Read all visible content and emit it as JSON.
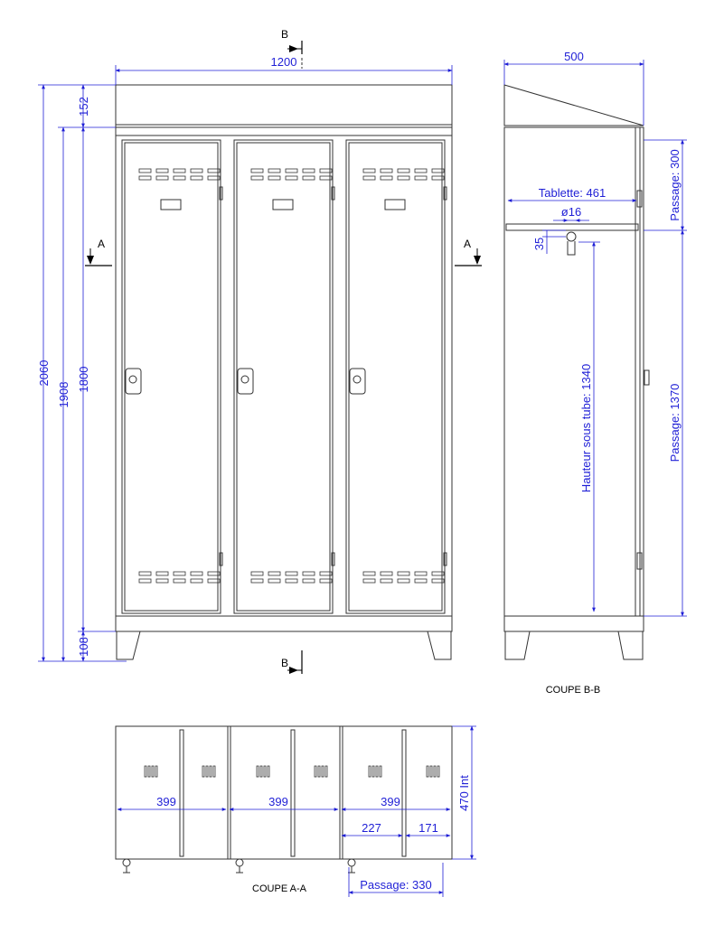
{
  "front_view": {
    "width": "1200",
    "height_total": "2060",
    "height_body": "1908",
    "height_door": "1800",
    "top_height": "152",
    "foot_height": "108",
    "section_a": "A",
    "section_b": "B"
  },
  "side_view": {
    "title": "COUPE B-B",
    "depth": "500",
    "shelf": "Tablette: 461",
    "tube_diameter": "ø16",
    "tube_offset": "35",
    "upper_passage": "Passage: 300",
    "height_under_tube": "Hauteur sous tube: 1340",
    "lower_passage": "Passage: 1370"
  },
  "plan_view": {
    "title": "COUPE A-A",
    "compartment_widths": [
      "399",
      "399",
      "399"
    ],
    "inner_depth": "470 Int",
    "left_part": "227",
    "right_part": "171",
    "door_passage": "Passage: 330"
  },
  "colors": {
    "dimension": "#1f1fd6",
    "outline": "#333333"
  }
}
